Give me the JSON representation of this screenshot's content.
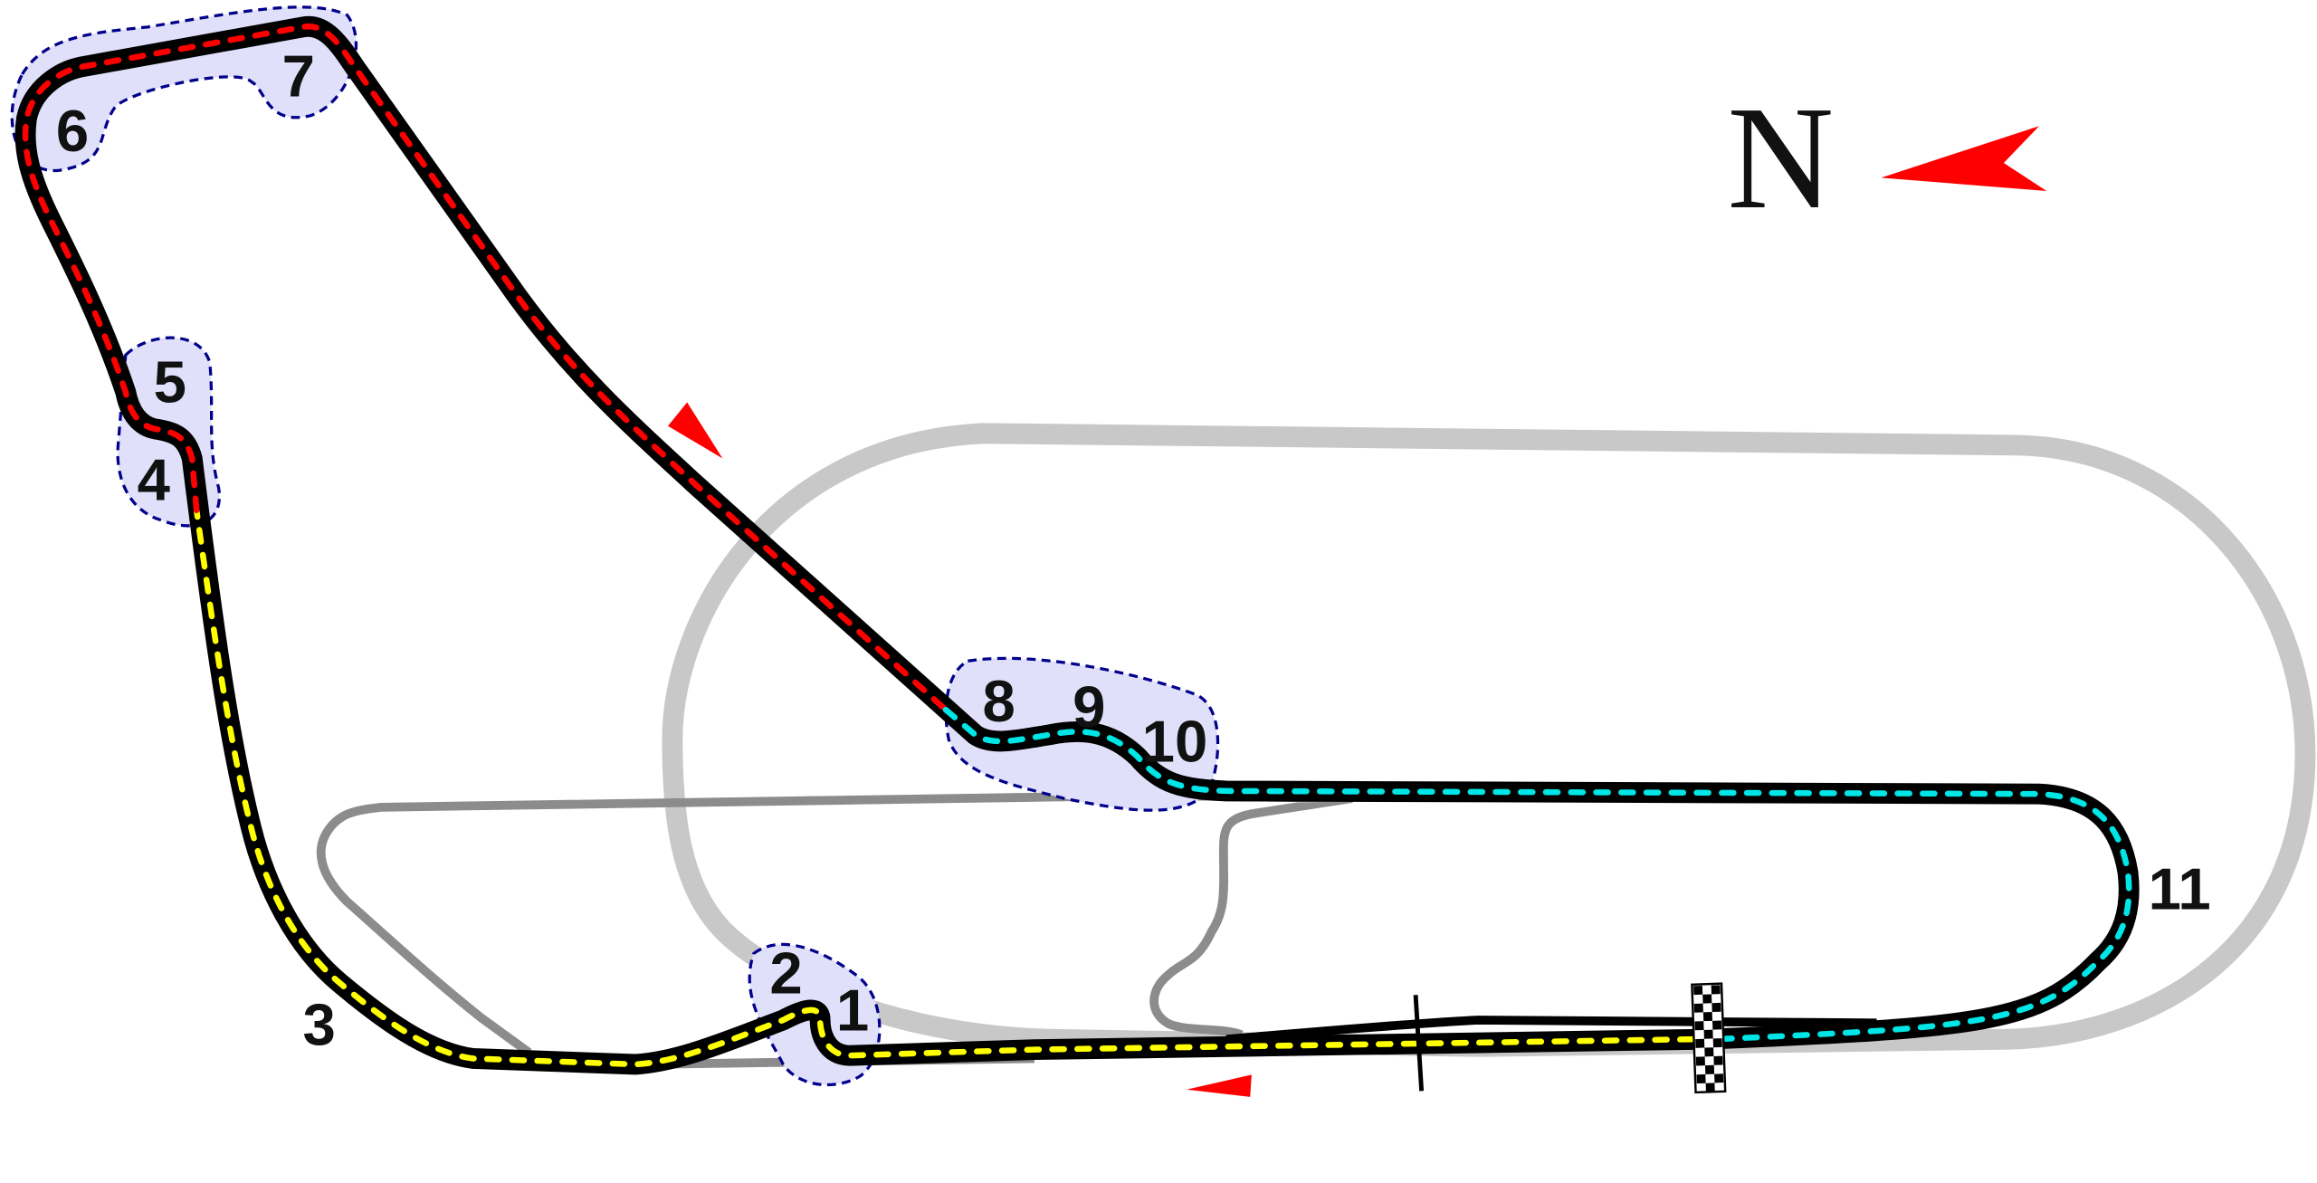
{
  "compass": {
    "label": "N"
  },
  "turns": [
    {
      "label": "1"
    },
    {
      "label": "2"
    },
    {
      "label": "3"
    },
    {
      "label": "4"
    },
    {
      "label": "5"
    },
    {
      "label": "6"
    },
    {
      "label": "7"
    },
    {
      "label": "8"
    },
    {
      "label": "9"
    },
    {
      "label": "10"
    },
    {
      "label": "11"
    }
  ],
  "colors": {
    "sector1": "#ffff00",
    "sector2": "#ff0000",
    "sector3": "#00e5e5",
    "track": "#000000",
    "oval": "#c8c8c8",
    "road": "#8c8c8c",
    "zone_fill": "#e0e0fa",
    "zone_stroke": "#00008b",
    "arrow": "#ff0000"
  }
}
